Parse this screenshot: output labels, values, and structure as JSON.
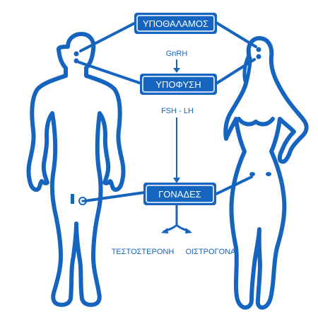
{
  "colors": {
    "primary": "#1565c0",
    "background": "#ffffff",
    "box_text": "#ffffff"
  },
  "boxes": {
    "hypothalamus": "ΥΠΟΘΑΛΑΜΟΣ",
    "pituitary": "ΥΠΟΦΥΣΗ",
    "gonads": "ΓΟΝΑΔΕΣ"
  },
  "hormones": {
    "gnrh": "GnRH",
    "fsh_lh": "FSH - LH",
    "testosterone": "ΤΕΣΤΟΣΤΕΡΟΝΗ",
    "estrogen": "ΟΙΣΤΡΟΓΟΝΑ"
  },
  "figures": {
    "left": "male-figure",
    "right": "female-figure"
  }
}
